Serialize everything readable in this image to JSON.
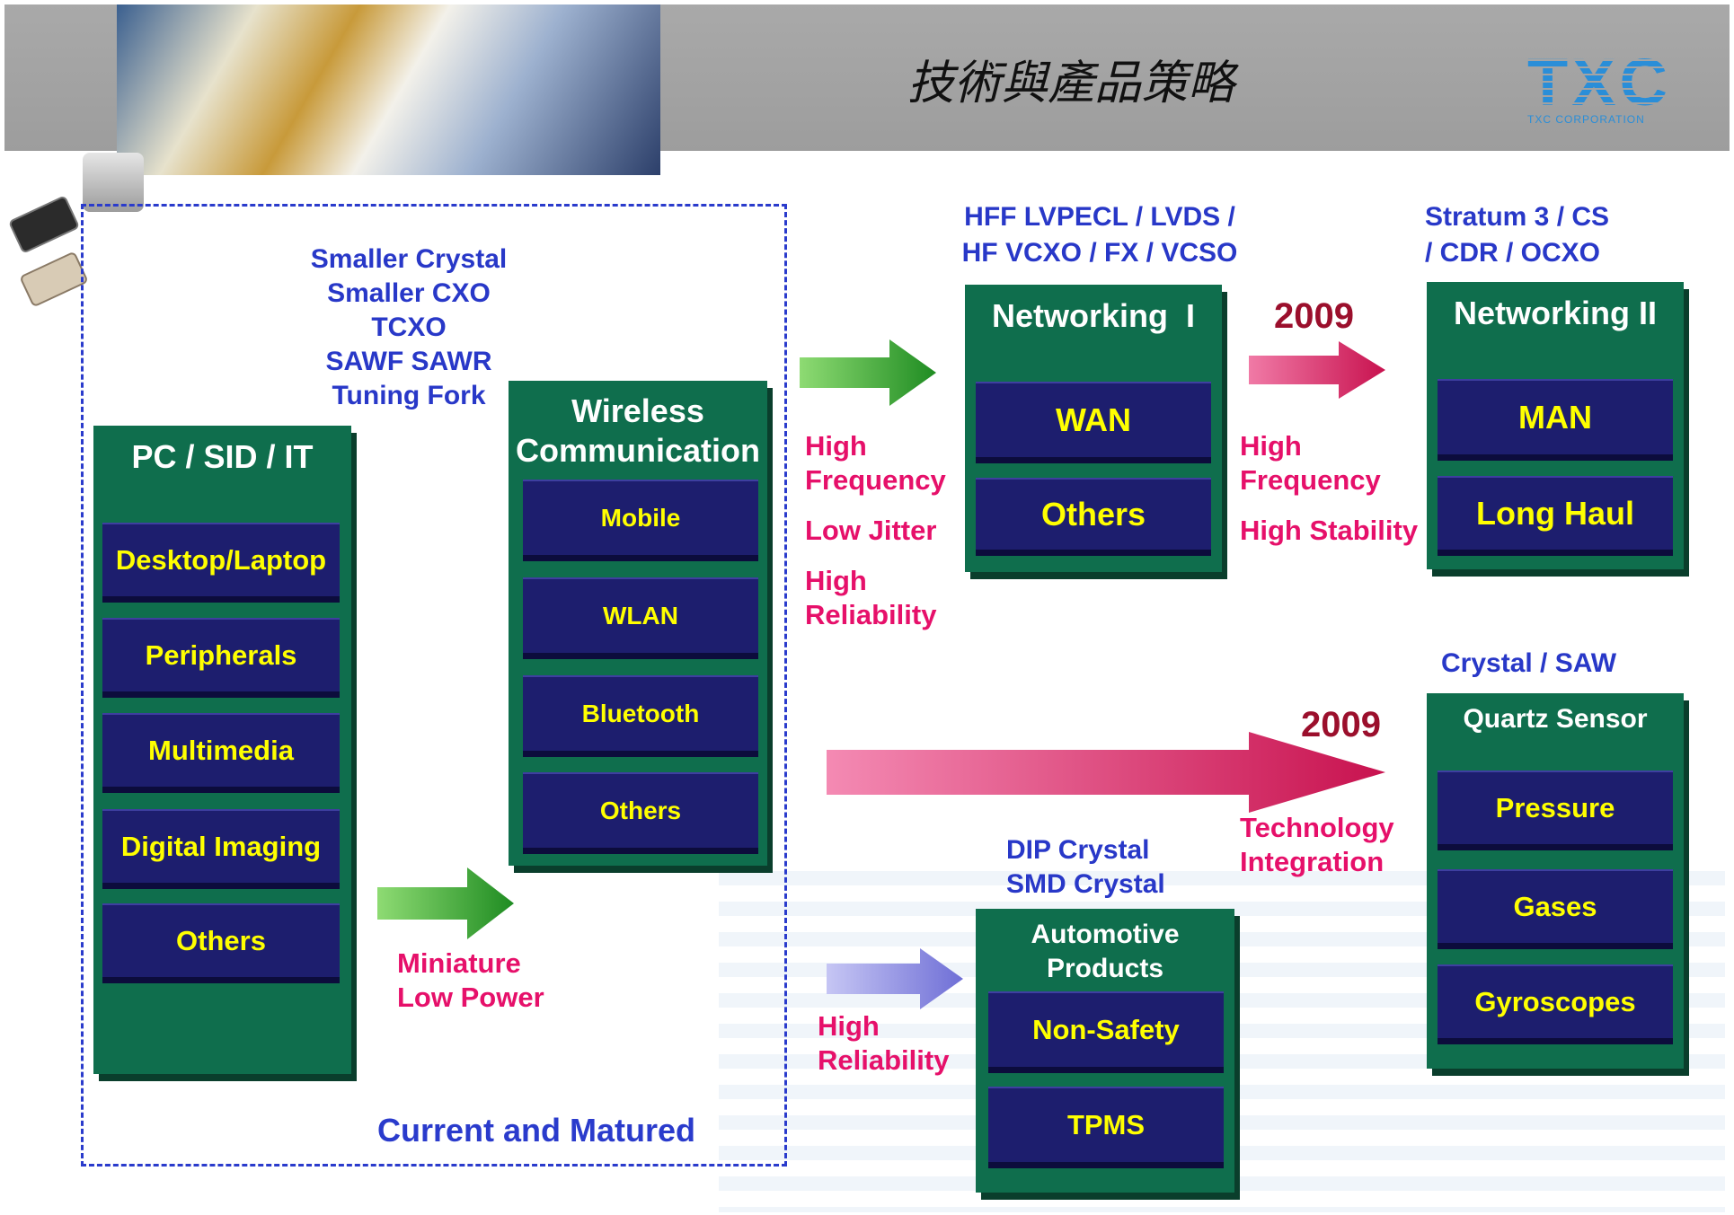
{
  "title": "技術與產品策略",
  "logo": {
    "text": "TXC",
    "subtext": "TXC CORPORATION"
  },
  "region_label": "Current and Matured",
  "pc_notes": [
    "Smaller Crystal",
    "Smaller CXO",
    "TCXO",
    "SAWF SAWR",
    "Tuning Fork"
  ],
  "columns": {
    "pc": {
      "title": "PC / SID / IT",
      "items": [
        "Desktop/Laptop",
        "Peripherals",
        "Multimedia",
        "Digital Imaging",
        "Others"
      ]
    },
    "wireless": {
      "title_line1": "Wireless",
      "title_line2": "Communication",
      "items": [
        "Mobile",
        "WLAN",
        "Bluetooth",
        "Others"
      ]
    },
    "net1": {
      "title": "Networking  I",
      "items": [
        "WAN",
        "Others"
      ]
    },
    "net2": {
      "title": "Networking II",
      "items": [
        "MAN",
        "Long Haul"
      ]
    },
    "auto": {
      "title_line1": "Automotive",
      "title_line2": "Products",
      "items": [
        "Non-Safety",
        "TPMS"
      ]
    },
    "sensor": {
      "title": "Quartz Sensor",
      "items": [
        "Pressure",
        "Gases",
        "Gyroscopes"
      ]
    }
  },
  "notes": {
    "net1_top": [
      "HFF LVPECL / LVDS /",
      "HF VCXO /  FX / VCSO"
    ],
    "net2_top": [
      "Stratum 3 / CS",
      "/ CDR / OCXO"
    ],
    "sensor_top": "Crystal / SAW",
    "auto_top": [
      "DIP Crystal",
      "SMD Crystal"
    ]
  },
  "arrow_labels": {
    "pc_to_wireless": [
      "Miniature",
      "Low Power"
    ],
    "wireless_to_net1": [
      "High",
      "Frequency",
      "Low Jitter",
      "High",
      "Reliability"
    ],
    "net1_to_net2": [
      "High",
      "Frequency",
      "High Stability"
    ],
    "year_net": "2009",
    "year_sensor": "2009",
    "to_sensor": [
      "Technology",
      "Integration"
    ],
    "to_auto": [
      "High",
      "Reliability"
    ]
  },
  "colors": {
    "column": "#0f6e4d",
    "item": "#1d1e6e",
    "item_text": "#ffff00",
    "note_blue": "#2838c8",
    "note_pink": "#e6106a",
    "year": "#9b0f2c",
    "green_arrow": "#2e9e2a",
    "pink_arrow": "#d61a5a",
    "lavender_arrow": "#8c8ce0"
  }
}
